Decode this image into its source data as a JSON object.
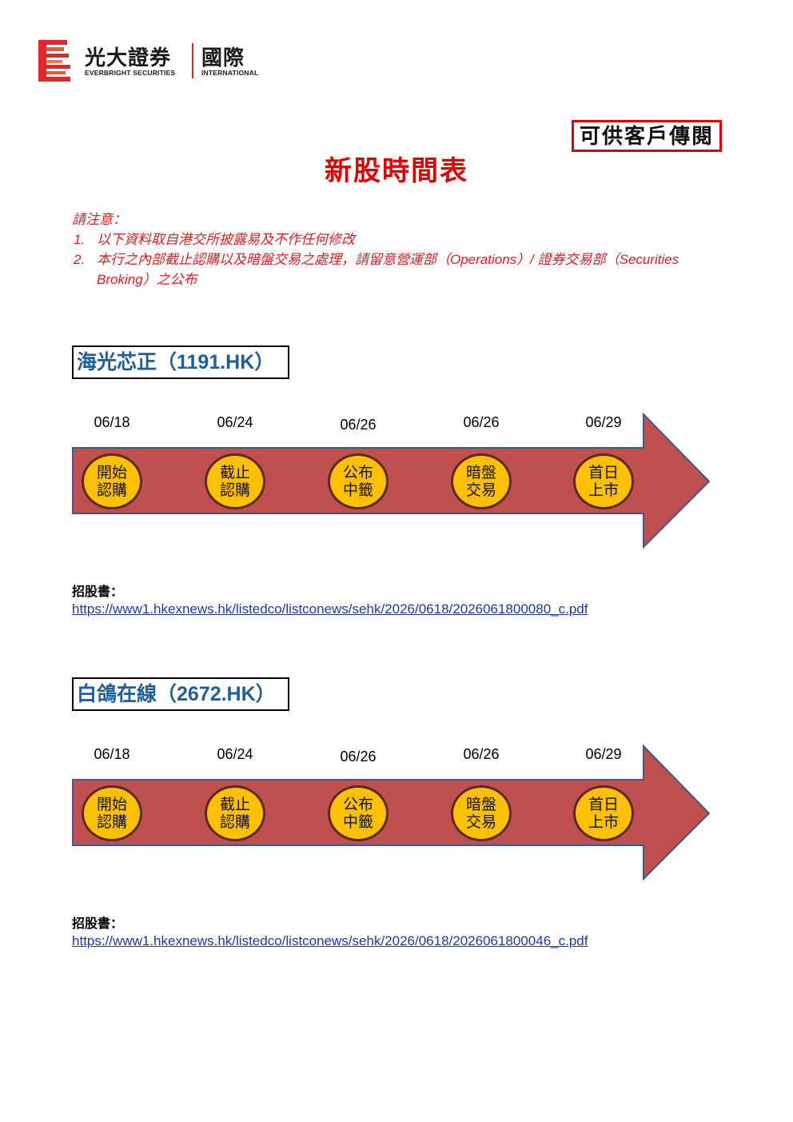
{
  "header": {
    "logo_cn_left": "光大證券",
    "logo_cn_right": "國際",
    "logo_en_left": "EVERBRIGHT SECURITIES",
    "logo_en_right": "INTERNATIONAL",
    "brand_color": "#e4262c",
    "logo_icon": "everbright-logo-icon"
  },
  "distribution_label": "可供客戶傳閱",
  "title": "新股時間表",
  "notes": {
    "heading": "請注意：",
    "items": [
      {
        "num": "1.",
        "text": "以下資料取自港交所披露易及不作任何修改"
      },
      {
        "num": "2.",
        "text": "本行之內部截止認購以及暗盤交易之處理，請留意營運部（Operations）/ 證券交易部（Securities Broking）之公布"
      }
    ]
  },
  "colors": {
    "arrow_fill": "#c0504d",
    "arrow_stroke": "#385d8a",
    "circle_fill": "#ffc000",
    "stock_name": "#1f5f99",
    "notes_red": "#e02020"
  },
  "ipos": [
    {
      "name": "海光芯正（1191.HK）",
      "timeline": [
        {
          "date": "06/18",
          "label": "開始認購"
        },
        {
          "date": "06/24",
          "label": "截止認購"
        },
        {
          "date": "06/26",
          "label": "公布中籤"
        },
        {
          "date": "06/26",
          "label": "暗盤交易"
        },
        {
          "date": "06/29",
          "label": "首日上市"
        }
      ],
      "prospectus_label": "招股書：",
      "prospectus_url": "https://www1.hkexnews.hk/listedco/listconews/sehk/2026/0618/2026061800080_c.pdf"
    },
    {
      "name": "白鴿在線（2672.HK）",
      "timeline": [
        {
          "date": "06/18",
          "label": "開始認購"
        },
        {
          "date": "06/24",
          "label": "截止認購"
        },
        {
          "date": "06/26",
          "label": "公布中籤"
        },
        {
          "date": "06/26",
          "label": "暗盤交易"
        },
        {
          "date": "06/29",
          "label": "首日上市"
        }
      ],
      "prospectus_label": "招股書：",
      "prospectus_url": "https://www1.hkexnews.hk/listedco/listconews/sehk/2026/0618/2026061800046_c.pdf"
    }
  ]
}
